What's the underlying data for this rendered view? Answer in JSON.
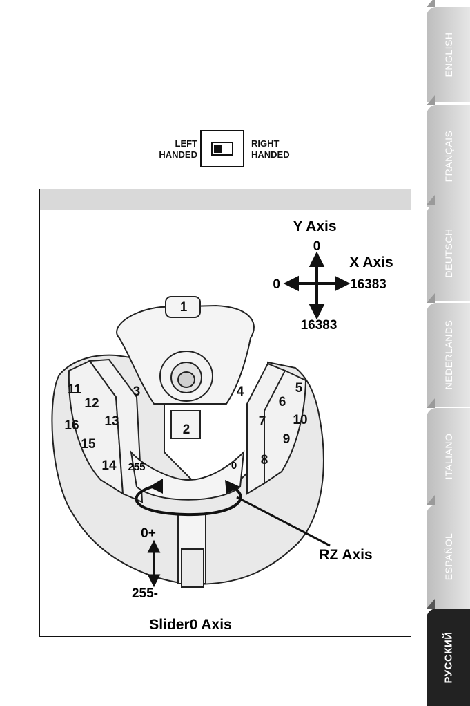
{
  "handedness": {
    "left_line1": "LEFT",
    "left_line2": "HANDED",
    "right_line1": "RIGHT",
    "right_line2": "HANDED"
  },
  "axes": {
    "y_axis_label": "Y Axis",
    "y_min": "0",
    "x_axis_label": "X Axis",
    "x_min": "0",
    "x_max": "16383",
    "y_max": "16383",
    "rz_axis_label": "RZ Axis",
    "rz_left": "255",
    "rz_right": "0",
    "slider_label": "Slider0 Axis",
    "slider_top": "0+",
    "slider_bottom": "255-"
  },
  "buttons": [
    "1",
    "2",
    "3",
    "4",
    "5",
    "6",
    "7",
    "8",
    "9",
    "10",
    "11",
    "12",
    "13",
    "14",
    "15",
    "16"
  ],
  "language_tabs": [
    {
      "label": "ENGLISH",
      "active": false
    },
    {
      "label": "FRANÇAIS",
      "active": false
    },
    {
      "label": "DEUTSCH",
      "active": false
    },
    {
      "label": "NEDERLANDS",
      "active": false
    },
    {
      "label": "ITALIANO",
      "active": false
    },
    {
      "label": "ESPAÑOL",
      "active": false
    },
    {
      "label": "РУССКИЙ",
      "active": true
    }
  ],
  "colors": {
    "active_tab": "#222222",
    "inactive_tab": "#d0d0d0",
    "figure_header": "#d9d9d9"
  }
}
